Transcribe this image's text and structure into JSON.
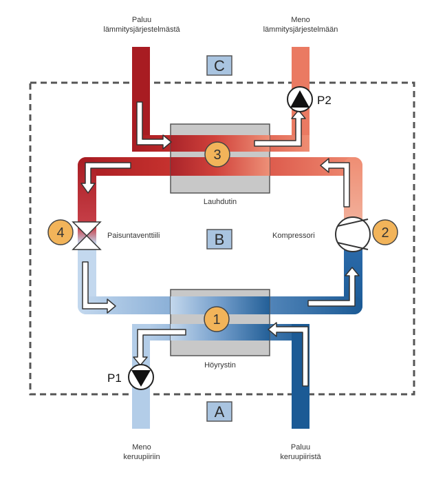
{
  "labels": {
    "return_heating_1": "Paluu",
    "return_heating_2": "lämmitysjärjestelmästä",
    "supply_heating_1": "Meno",
    "supply_heating_2": "lämmitysjärjestelmään",
    "supply_collector_1": "Meno",
    "supply_collector_2": "keruupiiriin",
    "return_collector_1": "Paluu",
    "return_collector_2": "keruupiiristä",
    "condenser": "Lauhdutin",
    "evaporator": "Höyrystin",
    "expansion_valve": "Paisuntaventtiili",
    "compressor": "Kompressori",
    "pump1": "P1",
    "pump2": "P2"
  },
  "zones": {
    "a": "A",
    "b": "B",
    "c": "C"
  },
  "steps": {
    "one": "1",
    "two": "2",
    "three": "3",
    "four": "4"
  },
  "colors": {
    "hot_dark": "#a81c22",
    "hot_mid": "#d9443c",
    "hot_light": "#ec8a72",
    "cold_light": "#b3cde8",
    "cold_mid": "#6f9ccb",
    "cold_dark": "#1a5a96",
    "badge": "#f2b45a",
    "exchanger": "#c8c8c8",
    "zone_box": "#a9c4e0"
  }
}
